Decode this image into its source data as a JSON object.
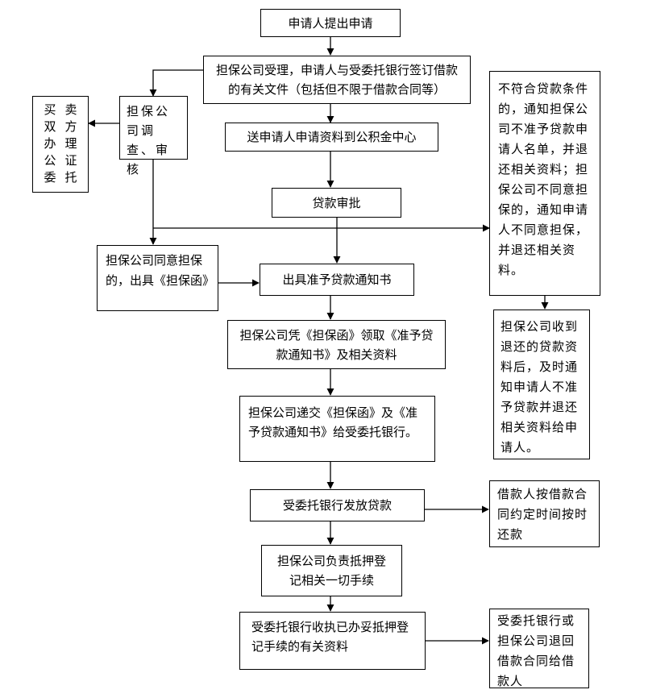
{
  "nodes": {
    "apply": "申请人提出申请",
    "accept": "担保公司受理，申请人与受委托银行签订借款的有关文件（包括但不限于借款合同等）",
    "investigate": "担保公司调查、审核",
    "sidebar_left_col": [
      "买",
      "双",
      "办",
      "公",
      "委"
    ],
    "sidebar_right_col": [
      "卖",
      "方",
      "理",
      "证",
      "托"
    ],
    "send_materials": "送申请人申请资料到公积金中心",
    "loan_approval": "贷款审批",
    "reject_notice": "不符合贷款条件的，通知担保公司不准予贷款申请人名单，并退还相关资料；担保公司不同意担保的，通知申请人不同意担保，并退还相关资料。",
    "guarantee_agree": "担保公司同意担保的，出具《担保函》",
    "issue_notice": "出具准予贷款通知书",
    "collect_notice": "担保公司凭《担保函》领取《准予贷款通知书》及相关资料",
    "returned_materials": "担保公司收到退还的贷款资料后，及时通知申请人不准予贷款并退还相关资料给申请人。",
    "submit_to_bank": "担保公司递交《担保函》及《准予贷款通知书》给受委托银行。",
    "bank_disburse": "受委托银行发放贷款",
    "repay": "借款人按借款合同约定时间按时还款",
    "mortgage_register": "担保公司负责抵押登记相关一切手续",
    "bank_receive": "受委托银行收执已办妥抵押登记手续的有关资料",
    "return_contract": "受委托银行或担保公司退回借款合同给借款人"
  }
}
